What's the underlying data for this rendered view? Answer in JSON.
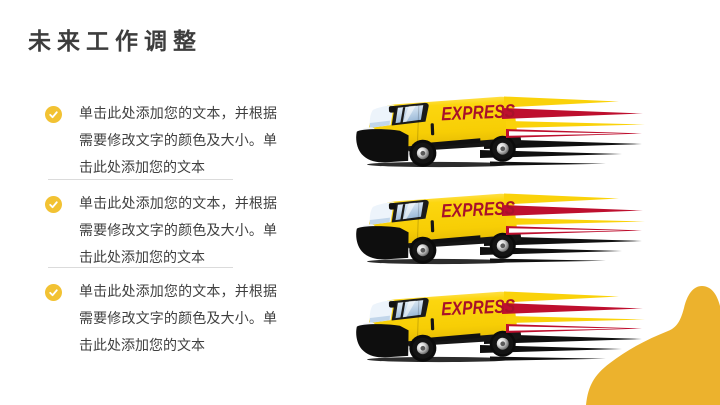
{
  "slide": {
    "title": "未来工作调整"
  },
  "bullets": [
    {
      "icon": "check-circle-icon",
      "text": "单击此处添加您的文本，并根据需要修改文字的颜色及大小。单击此处添加您的文本"
    },
    {
      "icon": "check-circle-icon",
      "text": "单击此处添加您的文本，并根据需要修改文字的颜色及大小。单击此处添加您的文本"
    },
    {
      "icon": "check-circle-icon",
      "text": "单击此处添加您的文本，并根据需要修改文字的颜色及大小。单击此处添加您的文本"
    }
  ],
  "vans": [
    {
      "label": "EXPRESS"
    },
    {
      "label": "EXPRESS"
    },
    {
      "label": "EXPRESS"
    }
  ],
  "colors": {
    "title_text": "#3D3D3D",
    "body_text": "#404040",
    "divider": "#DBDBDB",
    "check_circle": "#F2C233",
    "check_mark": "#FFFFFF",
    "van_yellow": "#FAD20A",
    "express_red": "#A8112A",
    "streak_red": "#BE0F2E",
    "streak_black": "#101010",
    "corner_blob": "#ECB22D",
    "slide_bg": "#FFFFFF"
  }
}
